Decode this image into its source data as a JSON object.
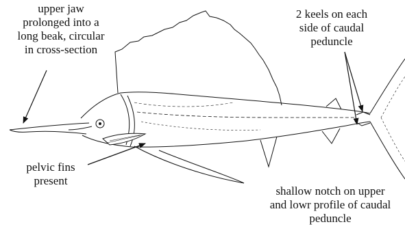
{
  "labels": {
    "upper_jaw": [
      "upper jaw",
      "prolonged into a",
      "long beak, circular",
      "in cross-section"
    ],
    "keels": [
      "2 keels on each",
      "side of caudal",
      "peduncle"
    ],
    "pelvic": [
      "pelvic fins",
      "present"
    ],
    "notch": [
      "shallow notch on upper",
      "and lowr profile of caudal",
      "peduncle"
    ]
  },
  "colors": {
    "line": "#111111",
    "background": "#ffffff"
  }
}
